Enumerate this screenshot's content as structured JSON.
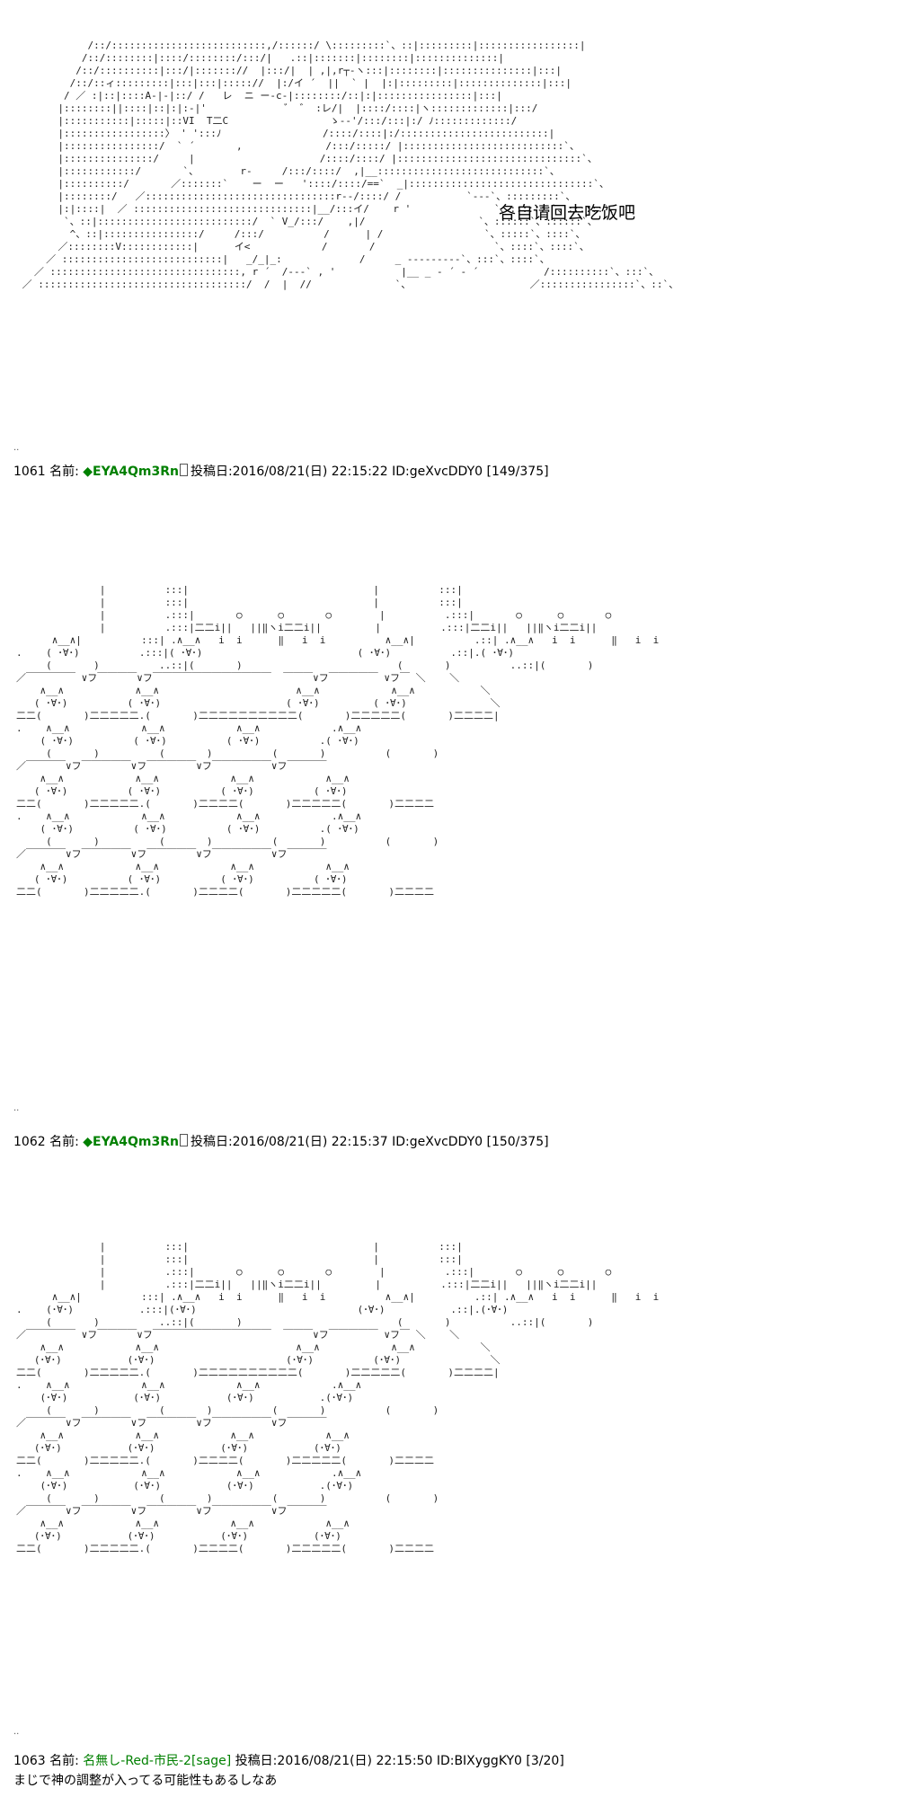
{
  "caption": "各自请回去吃饭吧",
  "separator": "..",
  "posts": [
    {
      "number": "1061",
      "name_label": "名前:",
      "trip": "◆EYA4Qm3Rn",
      "date_label": "投稿日:",
      "date": "2016/08/21(日) 22:15:22",
      "id": "ID:geXvcDDY0",
      "count": "[149/375]"
    },
    {
      "number": "1062",
      "name_label": "名前:",
      "trip": "◆EYA4Qm3Rn",
      "date_label": "投稿日:",
      "date": "2016/08/21(日) 22:15:37",
      "id": "ID:geXvcDDY0",
      "count": "[150/375]"
    },
    {
      "number": "1063",
      "name_label": "名前:",
      "name": "名無し-Red-市民-2",
      "sage": "[sage]",
      "date_label": "投稿日:",
      "date": "2016/08/21(日) 22:15:50",
      "id": "ID:BIXyggKY0",
      "count": "[3/20]",
      "body": "まじで神の調整が入ってる可能性もあるしなあ"
    }
  ]
}
